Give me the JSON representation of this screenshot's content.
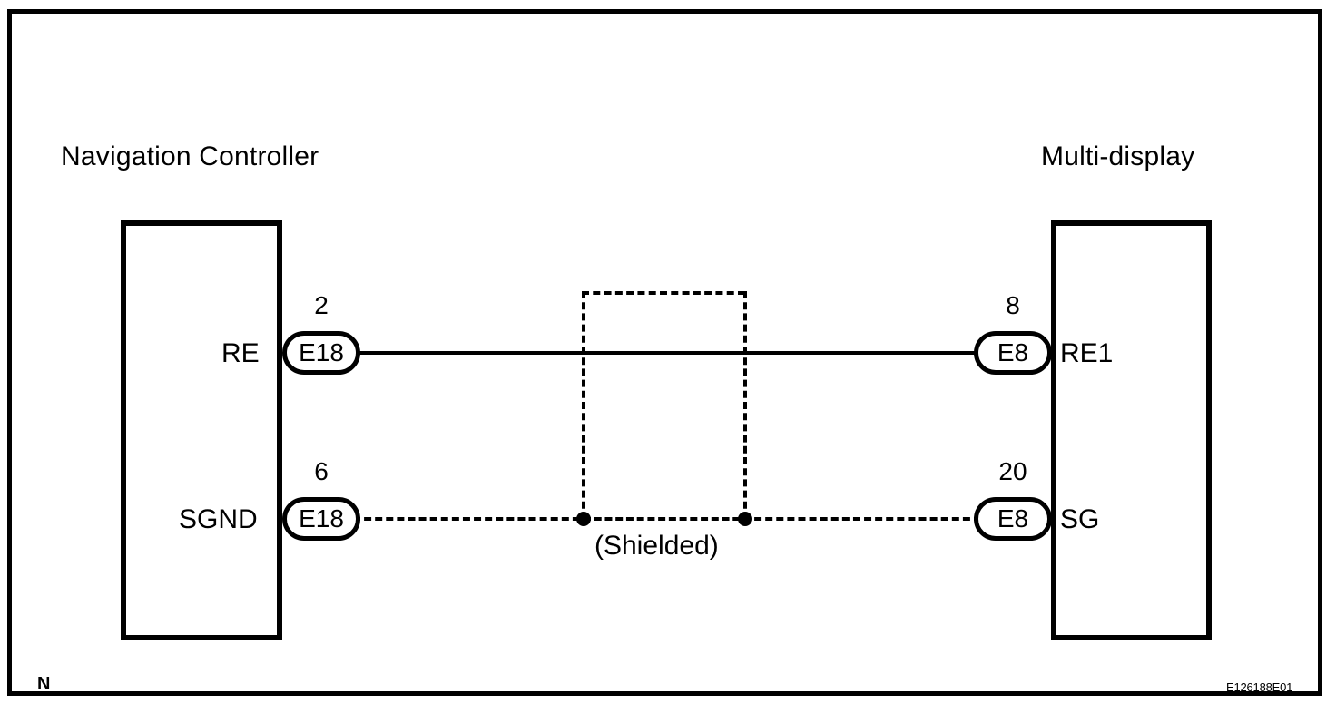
{
  "diagram": {
    "type": "wiring-diagram",
    "code": "E126188E01",
    "corner_marker": "N",
    "shield_caption": "(Shielded)",
    "devices": [
      {
        "id": "navigation-controller",
        "title": "Navigation Controller",
        "side": "left"
      },
      {
        "id": "multi-display",
        "title": "Multi-display",
        "side": "right"
      }
    ],
    "connections": [
      {
        "id": "re-line",
        "style": "solid",
        "from": {
          "device": "navigation-controller",
          "terminal": "RE",
          "connector": "E18",
          "pin": "2"
        },
        "to": {
          "device": "multi-display",
          "terminal": "RE1",
          "connector": "E8",
          "pin": "8"
        }
      },
      {
        "id": "sgnd-line",
        "style": "dashed",
        "shielded": true,
        "from": {
          "device": "navigation-controller",
          "terminal": "SGND",
          "connector": "E18",
          "pin": "6"
        },
        "to": {
          "device": "multi-display",
          "terminal": "SG",
          "connector": "E8",
          "pin": "20"
        }
      }
    ],
    "terminals": {
      "re": {
        "label": "RE",
        "connector": "E18",
        "pin": "2"
      },
      "sgnd": {
        "label": "SGND",
        "connector": "E18",
        "pin": "6"
      },
      "re1": {
        "label": "RE1",
        "connector": "E8",
        "pin": "8"
      },
      "sg": {
        "label": "SG",
        "connector": "E8",
        "pin": "20"
      }
    },
    "colors": {
      "line": "#000000",
      "background": "#ffffff"
    }
  }
}
